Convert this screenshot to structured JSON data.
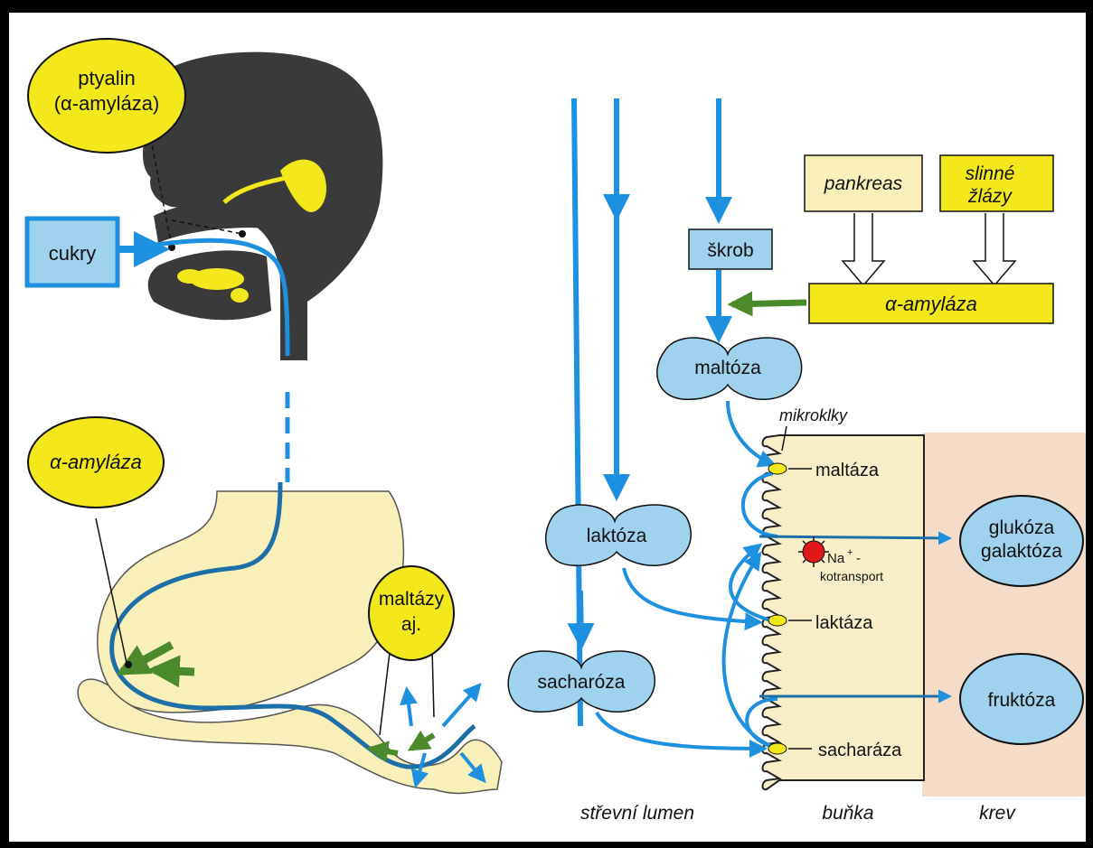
{
  "labels": {
    "ptyalin_line1": "ptyalin",
    "ptyalin_line2": "(α-amyláza)",
    "cukry": "cukry",
    "alpha_amylase_intestine": "α-amyláza",
    "maltazy_line1": "maltázy",
    "maltazy_line2": "aj.",
    "pankreas": "pankreas",
    "slinne_line1": "slinné",
    "slinne_line2": "žlázy",
    "skrob": "škrob",
    "alpha_amylase_box": "α-amyláza",
    "maltoza": "maltóza",
    "laktoza": "laktóza",
    "sacharoza": "sacharóza",
    "mikroklky": "mikroklky",
    "maltaza": "maltáza",
    "laktaza": "laktáza",
    "sacharaza": "sacharáza",
    "na_line1": "Na",
    "na_sup": "+",
    "na_dash": "-",
    "kotransport": "kotransport",
    "glukoza": "glukóza",
    "galaktoza": "galaktóza",
    "fruktoza": "fruktóza",
    "strevni_lumen": "střevní lumen",
    "bunka": "buňka",
    "krev": "krev"
  },
  "colors": {
    "blue_arrow": "#1e90e0",
    "blue_fill": "#9fd2ec",
    "yellow": "#f2e81c",
    "pale_yellow": "#f8f0b8",
    "head": "#3a3a3a",
    "blood": "#f5dcc8",
    "cell": "#f8efc8",
    "green_arrow": "#4a8a2a"
  }
}
